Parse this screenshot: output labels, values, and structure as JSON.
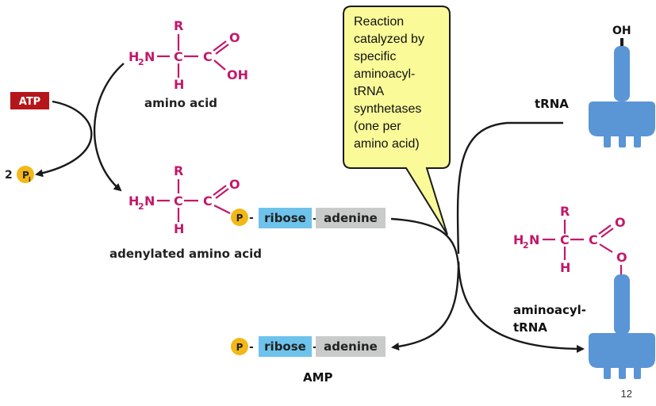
{
  "chem": {
    "R": "R",
    "H": "H",
    "C": "C",
    "O": "O",
    "OH": "OH",
    "H2N_main": "H",
    "N": "N",
    "two": "2",
    "dash": "–"
  },
  "labels": {
    "amino_acid": "amino acid",
    "adenylated": "adenylated amino acid",
    "amp": "AMP",
    "trna": "tRNA",
    "aminoacyl_line1": "aminoacyl-",
    "aminoacyl_line2": "tRNA",
    "trna_oh": "OH",
    "atp": "ATP",
    "pi_coeff": "2",
    "pi_symbol": "P",
    "pi_sub": "i",
    "phosphate": "P",
    "ribose": "ribose",
    "adenine": "adenine",
    "box_dash": "-"
  },
  "callout": {
    "lines": [
      "Reaction",
      "catalyzed by",
      "specific",
      "aminoacyl-",
      "tRNA",
      "synthetases",
      "(one per",
      "amino acid)"
    ]
  },
  "page_number": "12",
  "colors": {
    "chem": "#c2186b",
    "atp_box": "#b5161b",
    "phosphate": "#f2b817",
    "ribose": "#6ec3ec",
    "adenine": "#c9cbcb",
    "callout": "#fafa99",
    "trna": "#5a95d6"
  }
}
